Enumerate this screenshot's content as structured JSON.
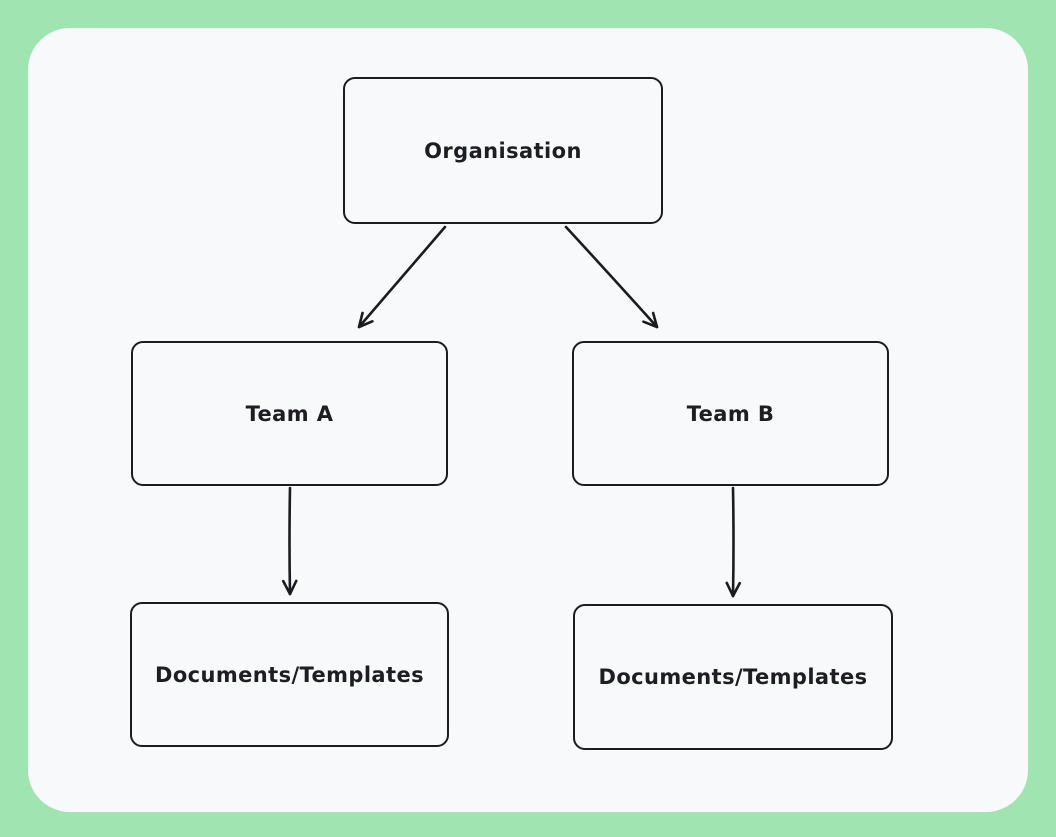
{
  "diagram": {
    "type": "flowchart",
    "style": "hand-drawn-whiteboard",
    "nodes": [
      {
        "id": "organisation",
        "label": "Organisation"
      },
      {
        "id": "team-a",
        "label": "Team A"
      },
      {
        "id": "team-b",
        "label": "Team B"
      },
      {
        "id": "documents-templates-a",
        "label": "Documents/Templates"
      },
      {
        "id": "documents-templates-b",
        "label": "Documents/Templates"
      }
    ],
    "edges": [
      {
        "from": "organisation",
        "to": "team-a",
        "direction": "down-left"
      },
      {
        "from": "organisation",
        "to": "team-b",
        "direction": "down-right"
      },
      {
        "from": "team-a",
        "to": "documents-templates-a",
        "direction": "down"
      },
      {
        "from": "team-b",
        "to": "documents-templates-b",
        "direction": "down"
      }
    ],
    "colors": {
      "frame_background": "#a0e5b1",
      "canvas_background": "#f8f9fb",
      "shape_stroke": "#1b1b20",
      "text": "#1d1d22"
    }
  }
}
